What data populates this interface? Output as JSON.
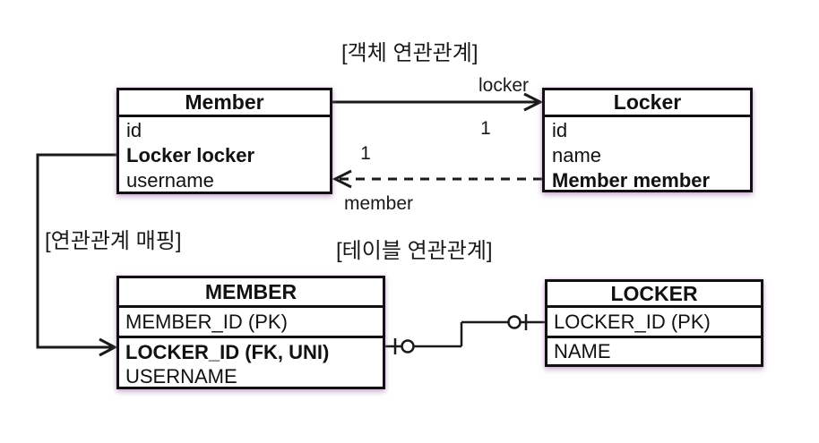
{
  "section_labels": {
    "object_relation": "[객체 연관관계]",
    "mapping": "[연관관계 매핑]",
    "table_relation": "[테이블 연관관계]"
  },
  "object_diagram": {
    "member": {
      "title": "Member",
      "fields": [
        "id",
        "Locker locker",
        "username"
      ]
    },
    "locker": {
      "title": "Locker",
      "fields": [
        "id",
        "name",
        "Member member"
      ]
    },
    "association": {
      "locker_role": "locker",
      "locker_multiplicity": "1",
      "member_role": "member",
      "member_multiplicity": "1"
    }
  },
  "table_diagram": {
    "member": {
      "title": "MEMBER",
      "rows": [
        "MEMBER_ID (PK)",
        "LOCKER_ID (FK, UNI)",
        "USERNAME"
      ]
    },
    "locker": {
      "title": "LOCKER",
      "rows": [
        "LOCKER_ID (PK)",
        "NAME"
      ]
    }
  },
  "colors": {
    "line": "#1a1a1a",
    "box_border": "#111111",
    "shadow": "#a876b2",
    "background": "#ffffff"
  }
}
